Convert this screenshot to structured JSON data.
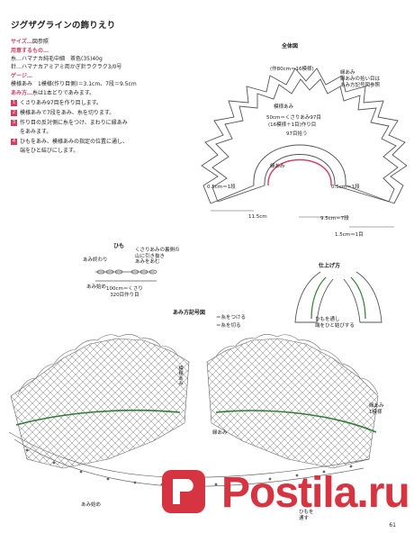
{
  "title": "ジグザグラインの飾りえり",
  "specs": [
    {
      "head": "サイズ…",
      "text": "図参照"
    },
    {
      "head": "用意するもの…",
      "text": ""
    },
    {
      "head": "",
      "text": "糸…ハマナカ純毛中細　茶色(35)40g"
    },
    {
      "head": "",
      "text": "針…ハマナカアミアミ両かぎ針ラクラク3/0号"
    },
    {
      "head": "ゲージ…",
      "text": ""
    },
    {
      "head": "",
      "text": "模様あみ　1模様(作り目側)＝3.1cm、7段＝9.5cm"
    },
    {
      "head": "あみ方…",
      "text": "糸は1本どりであみます。"
    }
  ],
  "steps": [
    {
      "n": "1",
      "text": "くさりあみ97目を作り目します。"
    },
    {
      "n": "2",
      "text": "模様あみで7段をあみ、糸を切ります。"
    },
    {
      "n": "3",
      "text": "作り目の反対側に糸をつけ、まわりに縁あみ"
    },
    {
      "n": "",
      "text": "をあみます。"
    },
    {
      "n": "4",
      "text": "ひもをあみ、模様あみの指定の位置に通し、"
    },
    {
      "n": "",
      "text": "端をひと結びにします。"
    }
  ],
  "diagram_whole": {
    "title": "全体図",
    "labels": {
      "top": "(作80cm＝16模様)",
      "pattern": "模様あみ",
      "edge": "縁あみ",
      "edge_note": "縁あみの拾い目は\nあみ方記号図参照",
      "inner1": "50cm＝くさりあみ97目",
      "inner2": "(16模様＋1目)作り目",
      "inner3": "97目拾う",
      "edge2": "縁あみ",
      "left_small": "0.5cm＝1段",
      "right_small": "0.5cm＝1段",
      "left_w": "11.5cm",
      "right_w": "9.5cm＝7段",
      "bottom_r": "1.5cm＝1目"
    }
  },
  "cord": {
    "title": "ひも",
    "note": "くさりあみの裏側の\n山に引き抜き\nあみをあむ",
    "start": "あみ終わり",
    "end": "あみ始め",
    "length": "100cm＝くさり\n320目作り目"
  },
  "finish": {
    "title": "仕上げ方",
    "note": "ひもを通し\n端をひと結びする"
  },
  "symbol": {
    "title": "あみ方記号図",
    "legend1": "＝糸をつける",
    "legend2": "＝糸を切る",
    "pattern": "模様あみ",
    "edge": "縁あみ",
    "edge_start": "縁あみ\n1模様",
    "start": "あみ始め",
    "cord_note": "ひもを\n通す"
  },
  "watermark": "Postila.ru",
  "page_number": "61",
  "colors": {
    "accent": "#d04060",
    "brand": "#d63440",
    "line": "#555555",
    "green": "#2e7d32"
  }
}
